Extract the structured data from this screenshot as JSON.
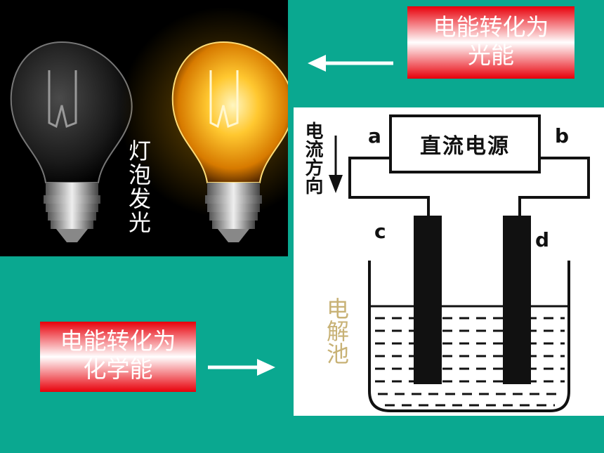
{
  "photo": {
    "caption": "灯泡发光"
  },
  "labels": {
    "to_light": [
      "电能转化为",
      "光能"
    ],
    "to_chemical": [
      "电能转化为",
      "化学能"
    ]
  },
  "diagram": {
    "power_source": "直流电源",
    "terminal_a": "a",
    "terminal_b": "b",
    "electrode_c": "c",
    "electrode_d": "d",
    "current_direction": "电流方向",
    "cell_name": "电解池"
  },
  "colors": {
    "background": "#0aa890",
    "label_red": "#e8000a",
    "cell_label": "#c8b276"
  }
}
